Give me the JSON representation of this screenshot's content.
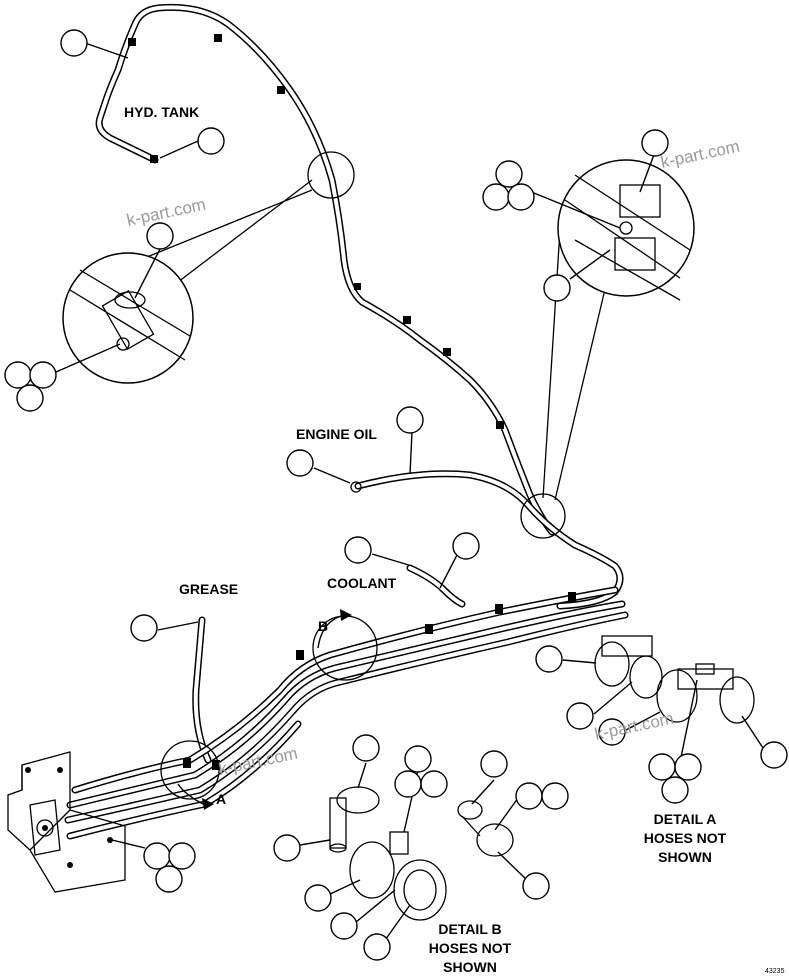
{
  "labels": {
    "hyd_tank": "HYD. TANK",
    "engine_oil": "ENGINE OIL",
    "grease": "GREASE",
    "coolant": "COOLANT",
    "view_a": "A",
    "view_b": "B",
    "detail_a_line1": "DETAIL A",
    "detail_a_line2": "HOSES NOT",
    "detail_a_line3": "SHOWN",
    "detail_b_line1": "DETAIL B",
    "detail_b_line2": "HOSES NOT",
    "detail_b_line3": "SHOWN",
    "drawing_ref": "43235"
  },
  "watermarks": [
    "k-part.com",
    "k-part.com",
    "k-part.com",
    "k-part.com"
  ],
  "colors": {
    "ink": "#000000",
    "paper": "#ffffff",
    "watermark": "#9a9a9a"
  }
}
